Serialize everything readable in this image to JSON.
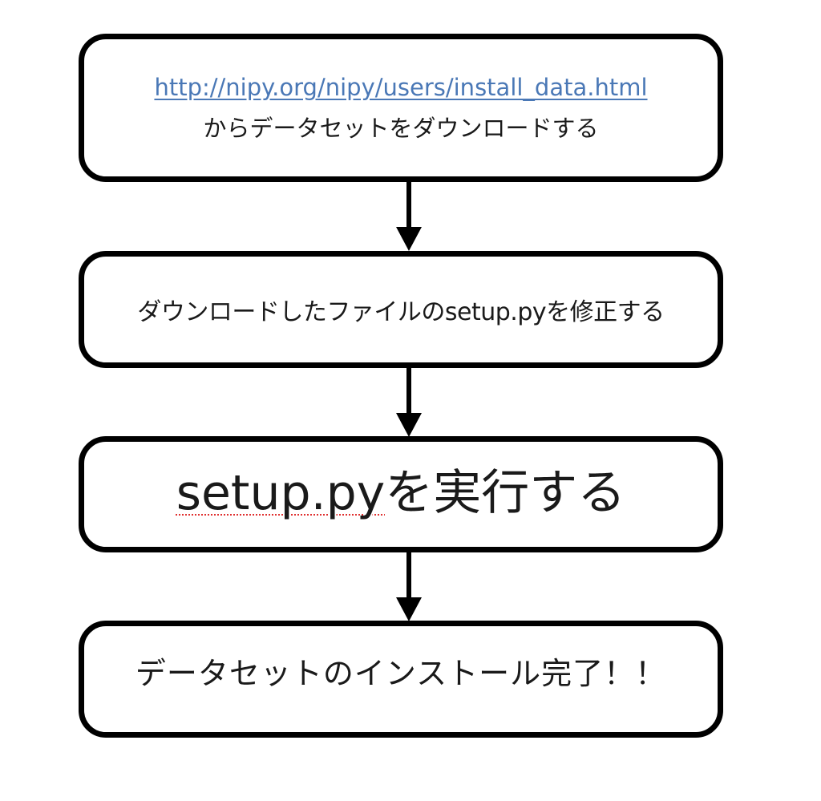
{
  "steps": [
    {
      "link": "http://nipy.org/nipy/users/install_data.html",
      "text": "からデータセットをダウンロードする"
    },
    {
      "text": "ダウンロードしたファイルのsetup.pyを修正する"
    },
    {
      "text_flagged": "setup.py",
      "text_rest": "を実行する"
    },
    {
      "text": "データセットのインストール完了！！"
    }
  ],
  "colors": {
    "box_border": "#000000",
    "link": "#4a78b6",
    "spellcheck_underline": "#e03030",
    "arrow": "#000000"
  },
  "icons": {
    "connector": "down-arrow-icon"
  }
}
